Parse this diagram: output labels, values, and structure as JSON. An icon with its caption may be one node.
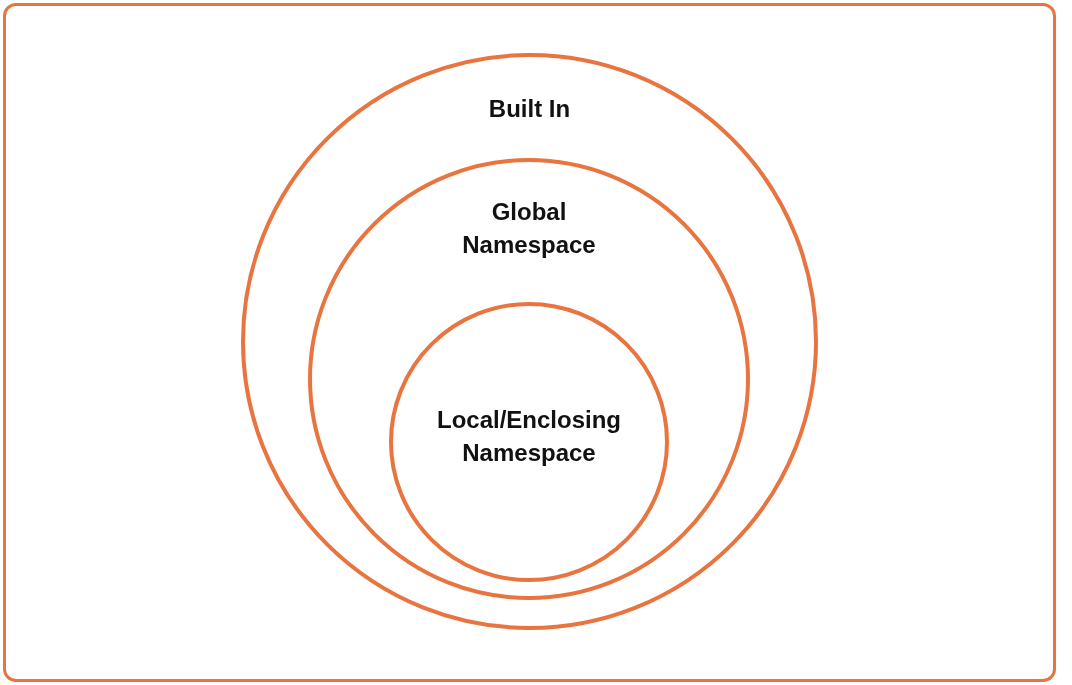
{
  "diagram": {
    "nodes": [
      {
        "text": [
          "Built In"
        ]
      },
      {
        "text": [
          "Global Namespace"
        ],
        "in": 0
      },
      {
        "text": [
          "Local/Enclosing Namespace"
        ],
        "in": 1
      }
    ]
  }
}
